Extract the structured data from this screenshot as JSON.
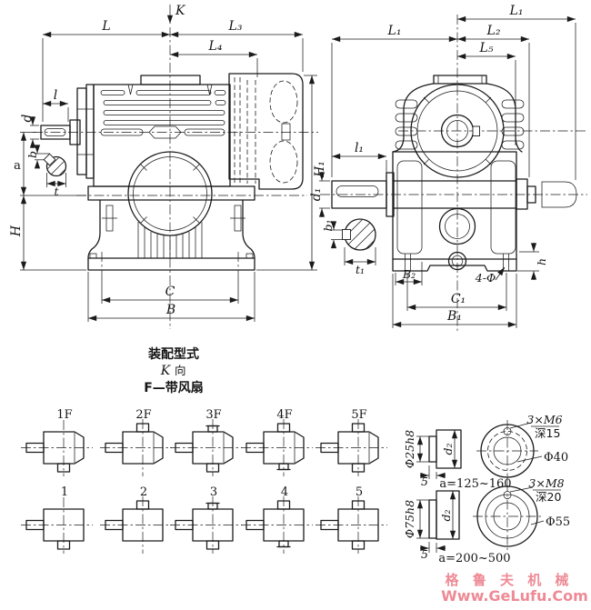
{
  "assembly_note": {
    "title": "装配型式",
    "k": "K",
    "k_dir": "向",
    "fan": "F—带风扇"
  },
  "side_view": {
    "view_arrow": "K",
    "dims": {
      "L": "L",
      "L3": "L₃",
      "L4": "L₄",
      "l": "l",
      "d": "d",
      "a": "a",
      "b": "b",
      "t": "t",
      "H": "H",
      "H1": "H₁",
      "C": "C",
      "B": "B"
    }
  },
  "end_view": {
    "dims": {
      "L1_top": "L₁",
      "L1": "L₁",
      "L2": "L₂",
      "L5": "L₅",
      "l1": "l₁",
      "d1": "d₁",
      "b1": "b₁",
      "t1": "t₁",
      "B2": "B₂",
      "holes": "4-Φ",
      "h": "h",
      "C1": "C₁",
      "B1": "B₁"
    }
  },
  "variants": [
    "1F",
    "2F",
    "3F",
    "4F",
    "5F",
    "1",
    "2",
    "3",
    "4",
    "5"
  ],
  "shaft_details": {
    "small": {
      "shaft_dia": "Φ25h8",
      "bore": "d₂",
      "step_len": "5",
      "thread": "3×M6",
      "thread_depth": "深15",
      "spigot_dia": "Φ40",
      "range": "a=125~160"
    },
    "large": {
      "shaft_dia": "Φ75h8",
      "bore": "d₂",
      "step_len": "5",
      "thread": "3×M8",
      "thread_depth": "深20",
      "spigot_dia": "Φ55",
      "range": "a=200~500"
    }
  },
  "watermark": {
    "line1": "格 鲁 夫 机 械",
    "line2": "Www.GeLufu.Com",
    "color": "#ee8a95"
  }
}
